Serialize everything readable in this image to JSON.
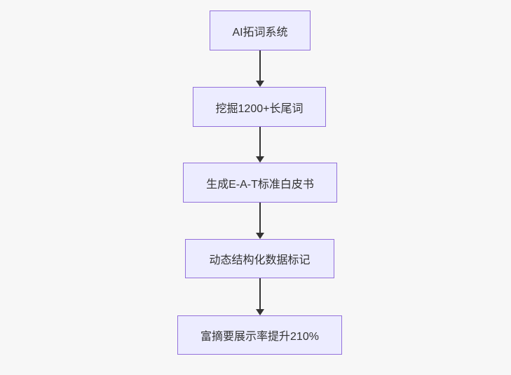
{
  "diagram": {
    "type": "flowchart",
    "direction": "top-down",
    "nodes": [
      {
        "id": "A",
        "label": "AI拓词系统"
      },
      {
        "id": "B",
        "label": "挖掘1200+长尾词"
      },
      {
        "id": "C",
        "label": "生成E-A-T标准白皮书"
      },
      {
        "id": "D",
        "label": "动态结构化数据标记"
      },
      {
        "id": "E",
        "label": "富摘要展示率提升210%"
      }
    ],
    "edges": [
      {
        "from": "A",
        "to": "B",
        "style": "arrow-down"
      },
      {
        "from": "B",
        "to": "C",
        "style": "arrow-down"
      },
      {
        "from": "C",
        "to": "D",
        "style": "arrow-down"
      },
      {
        "from": "D",
        "to": "E",
        "style": "arrow-down"
      }
    ],
    "colors": {
      "background": "#f7f7f7",
      "node_fill": "#ECECFF",
      "node_border": "#9370DB",
      "node_text": "#333333",
      "edge_line": "#333333"
    }
  }
}
